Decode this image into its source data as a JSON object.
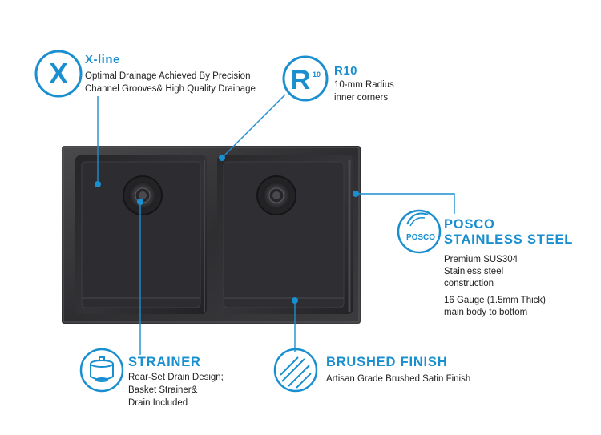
{
  "features": {
    "xline": {
      "icon_letter": "X",
      "title": "X-line",
      "desc_line1": "Optimal Drainage Achieved By Precision",
      "desc_line2": "Channel Grooves& High Quality Drainage"
    },
    "r10": {
      "icon_letter": "R",
      "icon_superscript": "10",
      "title": "R10",
      "desc_line1": "10-mm Radius",
      "desc_line2": "inner corners"
    },
    "posco": {
      "icon_text": "POSCO",
      "title_line1": "POSCO",
      "title_line2": "STAINLESS STEEL",
      "desc_line1": "Premium SUS304",
      "desc_line2": "Stainless steel",
      "desc_line3": "construction",
      "desc_line4": "16 Gauge (1.5mm Thick)",
      "desc_line5": "main body to bottom"
    },
    "strainer": {
      "title": "STRAINER",
      "desc_line1": "Rear-Set Drain Design;",
      "desc_line2": "Basket Strainer&",
      "desc_line3": "Drain Included"
    },
    "brushed": {
      "title": "BRUSHED FINISH",
      "desc_line1": "Artisan Grade Brushed Satin Finish"
    }
  },
  "colors": {
    "accent": "#1a8fd0",
    "sink_dark": "#2b2a2c",
    "sink_light": "#6a6a6c"
  }
}
